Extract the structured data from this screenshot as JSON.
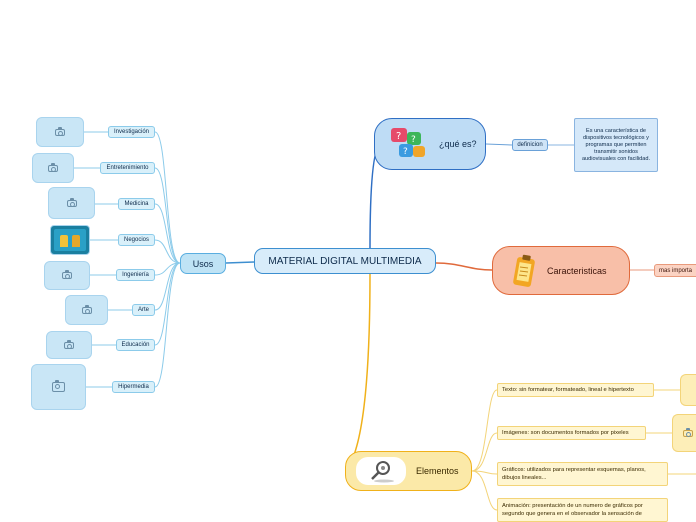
{
  "central": {
    "label": "MATERIAL DIGITAL MULTIMEDIA"
  },
  "usos": {
    "label": "Usos",
    "items": [
      {
        "label": "Investigación",
        "image": "camera-placeholder-icon"
      },
      {
        "label": "Entretenimiento",
        "image": "camera-placeholder-icon"
      },
      {
        "label": "Medicina",
        "image": "camera-placeholder-icon"
      },
      {
        "label": "Negocios",
        "image": "business-people-icon"
      },
      {
        "label": "Ingeniería",
        "image": "camera-placeholder-icon"
      },
      {
        "label": "Arte",
        "image": "camera-placeholder-icon"
      },
      {
        "label": "Educación",
        "image": "camera-placeholder-icon"
      },
      {
        "label": "Hipermedia",
        "image": "camera-placeholder-icon"
      }
    ]
  },
  "que_es": {
    "label": "¿qué es?",
    "icon": "question-bubbles-icon",
    "child": "definicion",
    "definition": "Es una característica de dispositivos tecnológicos y programas que permiten transmitir sonidos audiovisuales con facilidad."
  },
  "caracteristicas": {
    "label": "Caracteristicas",
    "icon": "notepad-icon",
    "child": "mas importa"
  },
  "elementos": {
    "label": "Elementos",
    "icon": "magnifier-person-icon",
    "items": [
      "Texto: sin formatear, formateado, lineal e hipertexto",
      "Imágenes: son documentos formados por pixeles",
      "Gráficos: utilizados para representar esquemas, planos, dibujos lineales...",
      "Animación: presentación de un numero de gráficos por segundo que genera en el observador la sensación de"
    ]
  },
  "colors": {
    "blue": "#2f6fc4",
    "light_blue": "#5aaee0",
    "orange": "#e06a3c",
    "yellow": "#f0b11a"
  }
}
